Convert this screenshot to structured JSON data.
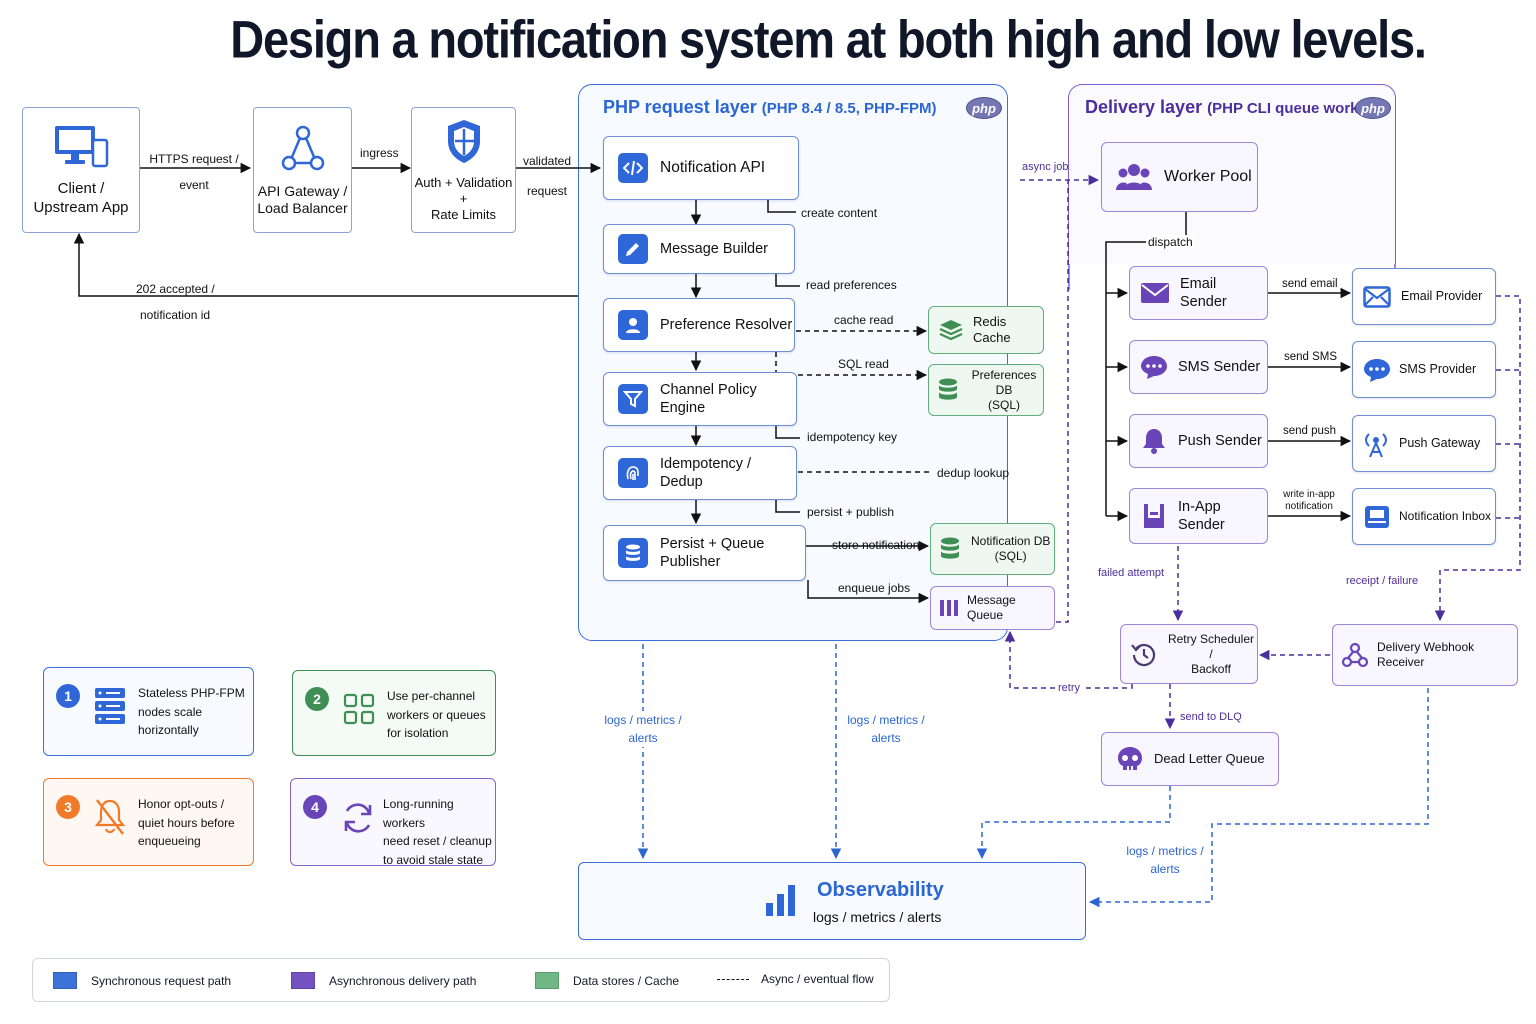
{
  "title": "Design a notification system at both high and low levels.",
  "containers": {
    "php": {
      "title": "PHP request layer",
      "subtitle": "(PHP 8.4 / 8.5, PHP-FPM)",
      "badge": "php"
    },
    "delivery": {
      "title": "Delivery layer",
      "subtitle": "(PHP CLI queue workers)",
      "badge": "php"
    }
  },
  "edge_nodes": {
    "client": [
      "Client /",
      "Upstream App"
    ],
    "gateway": [
      "API Gateway /",
      "Load Balancer"
    ],
    "auth": [
      "Auth + Validation +",
      "Rate Limits"
    ]
  },
  "pipeline": [
    "Notification API",
    "Message Builder",
    "Preference Resolver",
    "Channel Policy Engine",
    "Idempotency / Dedup",
    "Persist + Queue Publisher"
  ],
  "stores": {
    "redis": "Redis Cache",
    "prefs_db": [
      "Preferences DB",
      "(SQL)"
    ],
    "notif_db": [
      "Notification DB",
      "(SQL)"
    ],
    "queue": "Message Queue"
  },
  "workers": {
    "pool": "Worker Pool",
    "senders": [
      "Email Sender",
      "SMS Sender",
      "Push Sender",
      "In-App Sender"
    ],
    "providers": [
      "Email Provider",
      "SMS Provider",
      "Push Gateway",
      "Notification Inbox"
    ],
    "retry": [
      "Retry Scheduler /",
      "Backoff"
    ],
    "webhook": "Delivery Webhook Receiver",
    "dlq": "Dead Letter Queue"
  },
  "edge_labels": {
    "https": [
      "HTTPS request /",
      "event"
    ],
    "ingress": "ingress",
    "validated": [
      "validated",
      "request"
    ],
    "accepted": [
      "202 accepted /",
      "notification id"
    ],
    "create_content": "create content",
    "read_prefs": "read preferences",
    "cache_read": "cache read",
    "sql_read": "SQL read",
    "idem_key": "idempotency key",
    "dedup_lookup": "dedup lookup",
    "persist_publish": "persist + publish",
    "store_notif": "store notification",
    "enqueue": "enqueue jobs",
    "async_job": "async job",
    "dispatch": "dispatch",
    "send_email": "send email",
    "send_sms": "send SMS",
    "send_push": "send push",
    "write_inapp": [
      "write in-app",
      "notification"
    ],
    "failed": "failed attempt",
    "receipt": "receipt / failure",
    "retry": "retry",
    "send_dlq": "send to DLQ",
    "logs1": [
      "logs / metrics /",
      "alerts"
    ],
    "logs2": [
      "logs / metrics /",
      "alerts"
    ],
    "logs3": [
      "logs / metrics /",
      "alerts"
    ]
  },
  "notes": [
    {
      "num": "1",
      "text": [
        "Stateless PHP-FPM",
        "nodes scale",
        "horizontally"
      ],
      "color": "#2f67d8"
    },
    {
      "num": "2",
      "text": [
        "Use per-channel",
        "workers or queues",
        "for isolation"
      ],
      "color": "#3f8f55"
    },
    {
      "num": "3",
      "text": [
        "Honor opt-outs /",
        "quiet hours before",
        "enqueueing"
      ],
      "color": "#f07a2a"
    },
    {
      "num": "4",
      "text": [
        "Long-running workers",
        "need reset / cleanup",
        "to avoid stale state"
      ],
      "color": "#6a45b8"
    }
  ],
  "observability": {
    "title": "Observability",
    "subtitle": "logs / metrics / alerts"
  },
  "legend": [
    {
      "label": "Synchronous request path",
      "color": "#3b73d8"
    },
    {
      "label": "Asynchronous delivery path",
      "color": "#7452c2"
    },
    {
      "label": "Data stores / Cache",
      "color": "#6fb784"
    },
    {
      "label": "Async / eventual flow",
      "color": "#111111"
    }
  ]
}
